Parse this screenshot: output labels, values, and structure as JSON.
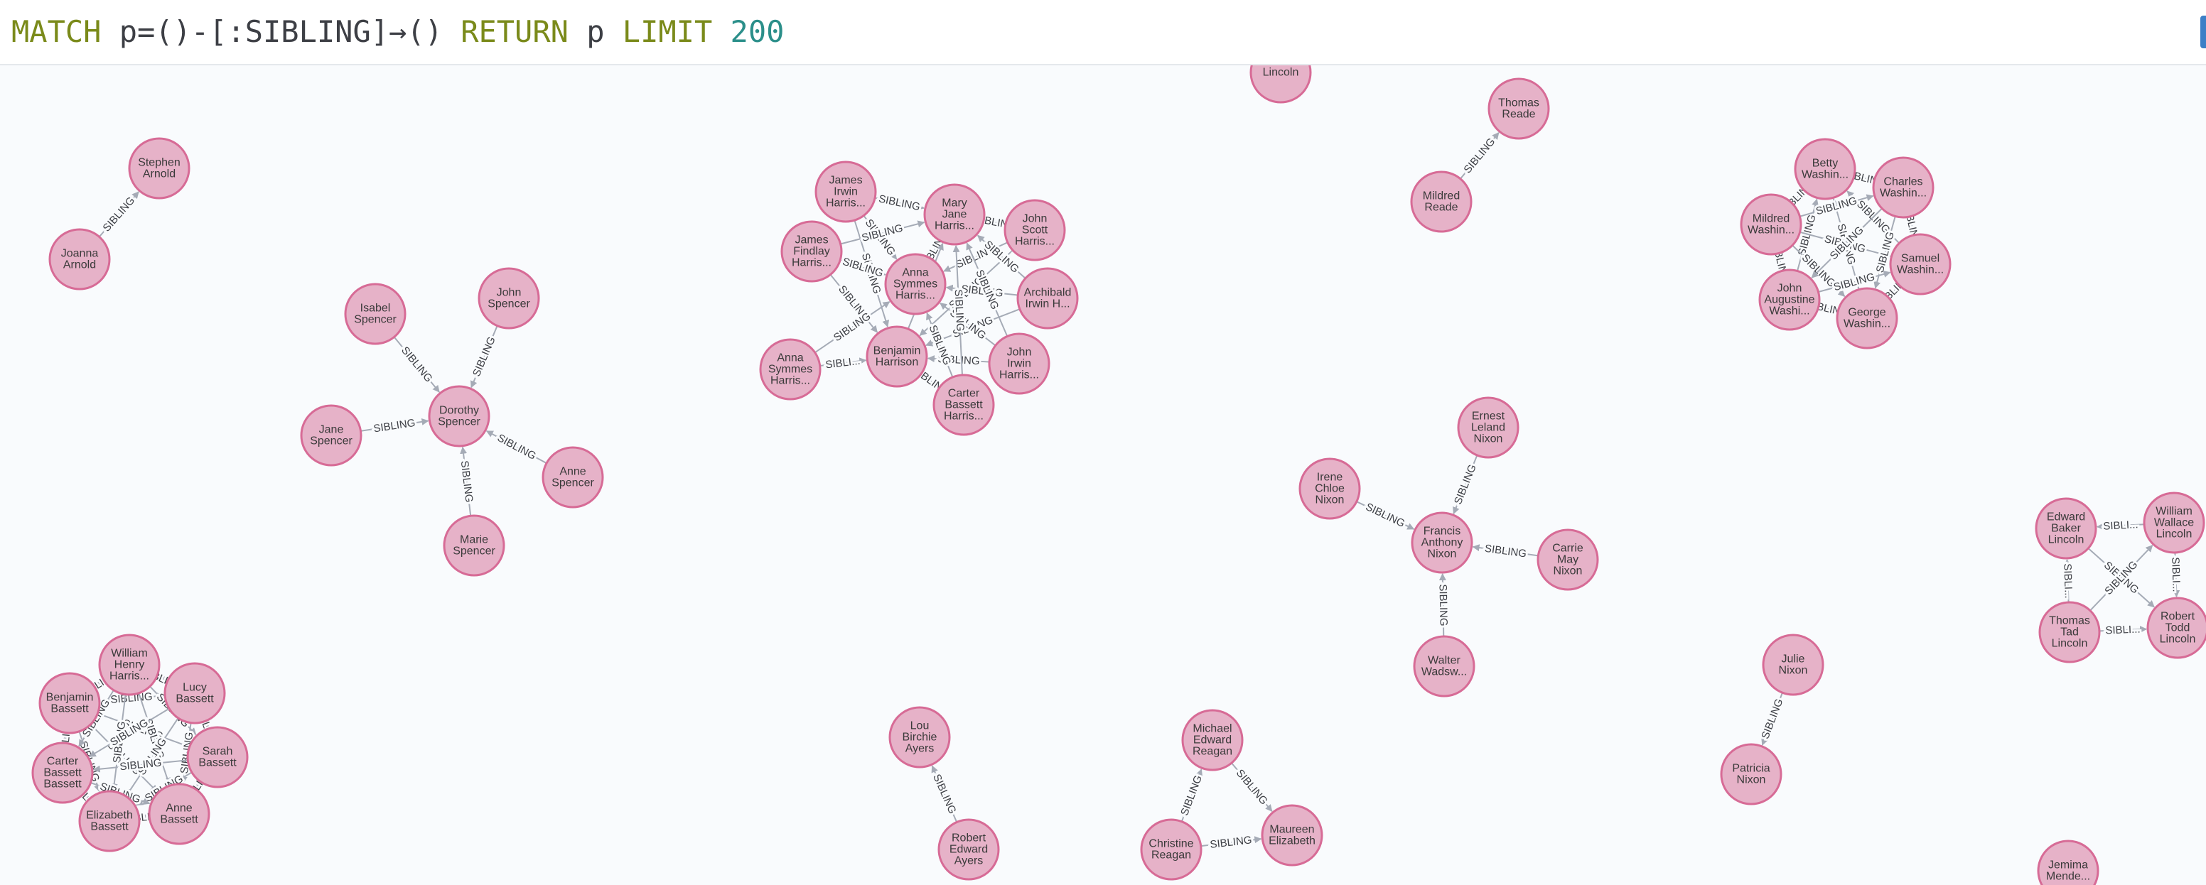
{
  "query": {
    "match_kw": "MATCH",
    "pattern": "p=()-[:SIBLING]→()",
    "return_kw": "RETURN",
    "return_var": "p",
    "limit_kw": "LIMIT",
    "limit_value": "200"
  },
  "graph": {
    "colors": {
      "node_fill": "#e6b2c8",
      "node_stroke": "#d76b96",
      "edge": "#a5abb6",
      "label": "#3d3f45"
    },
    "nodes": [
      {
        "id": "lincoln_top",
        "lines": [
          "Lincoln"
        ]
      },
      {
        "id": "thomas_reade",
        "lines": [
          "Thomas",
          "Reade"
        ]
      },
      {
        "id": "mildred_reade",
        "lines": [
          "Mildred",
          "Reade"
        ]
      },
      {
        "id": "stephen_arnold",
        "lines": [
          "Stephen",
          "Arnold"
        ]
      },
      {
        "id": "joanna_arnold",
        "lines": [
          "Joanna",
          "Arnold"
        ]
      },
      {
        "id": "isabel_spencer",
        "lines": [
          "Isabel",
          "Spencer"
        ]
      },
      {
        "id": "john_spencer",
        "lines": [
          "John",
          "Spencer"
        ]
      },
      {
        "id": "dorothy_spencer",
        "lines": [
          "Dorothy",
          "Spencer"
        ]
      },
      {
        "id": "jane_spencer",
        "lines": [
          "Jane",
          "Spencer"
        ]
      },
      {
        "id": "anne_spencer",
        "lines": [
          "Anne",
          "Spencer"
        ]
      },
      {
        "id": "marie_spencer",
        "lines": [
          "Marie",
          "Spencer"
        ]
      },
      {
        "id": "james_irwin",
        "lines": [
          "James",
          "Irwin",
          "Harris..."
        ]
      },
      {
        "id": "mary_jane",
        "lines": [
          "Mary",
          "Jane",
          "Harris..."
        ]
      },
      {
        "id": "john_scott",
        "lines": [
          "John",
          "Scott",
          "Harris..."
        ]
      },
      {
        "id": "james_findlay",
        "lines": [
          "James",
          "Findlay",
          "Harris..."
        ]
      },
      {
        "id": "anna_symmes_a",
        "lines": [
          "Anna",
          "Symmes",
          "Harris..."
        ]
      },
      {
        "id": "archibald",
        "lines": [
          "Archibald",
          "Irwin H..."
        ]
      },
      {
        "id": "anna_symmes_b",
        "lines": [
          "Anna",
          "Symmes",
          "Harris..."
        ]
      },
      {
        "id": "benjamin_harrison",
        "lines": [
          "Benjamin",
          "Harrison"
        ]
      },
      {
        "id": "john_irwin",
        "lines": [
          "John",
          "Irwin",
          "Harris..."
        ]
      },
      {
        "id": "carter_harris",
        "lines": [
          "Carter",
          "Bassett",
          "Harris..."
        ]
      },
      {
        "id": "betty_wash",
        "lines": [
          "Betty",
          "Washin..."
        ]
      },
      {
        "id": "charles_wash",
        "lines": [
          "Charles",
          "Washin..."
        ]
      },
      {
        "id": "mildred_wash",
        "lines": [
          "Mildred",
          "Washin..."
        ]
      },
      {
        "id": "samuel_wash",
        "lines": [
          "Samuel",
          "Washin..."
        ]
      },
      {
        "id": "john_aug",
        "lines": [
          "John",
          "Augustine",
          "Washi..."
        ]
      },
      {
        "id": "george_wash",
        "lines": [
          "George",
          "Washin..."
        ]
      },
      {
        "id": "ernest_nixon",
        "lines": [
          "Ernest",
          "Leland",
          "Nixon"
        ]
      },
      {
        "id": "irene_nixon",
        "lines": [
          "Irene",
          "Chloe",
          "Nixon"
        ]
      },
      {
        "id": "francis_nixon",
        "lines": [
          "Francis",
          "Anthony",
          "Nixon"
        ]
      },
      {
        "id": "carrie_nixon",
        "lines": [
          "Carrie",
          "May",
          "Nixon"
        ]
      },
      {
        "id": "walter_nixon",
        "lines": [
          "Walter",
          "Wadsw..."
        ]
      },
      {
        "id": "edward_lincoln",
        "lines": [
          "Edward",
          "Baker",
          "Lincoln"
        ]
      },
      {
        "id": "william_lincoln",
        "lines": [
          "William",
          "Wallace",
          "Lincoln"
        ]
      },
      {
        "id": "thomas_lincoln",
        "lines": [
          "Thomas",
          "Tad",
          "Lincoln"
        ]
      },
      {
        "id": "robert_lincoln",
        "lines": [
          "Robert",
          "Todd",
          "Lincoln"
        ]
      },
      {
        "id": "william_henry",
        "lines": [
          "William",
          "Henry",
          "Harris..."
        ]
      },
      {
        "id": "lucy_bassett",
        "lines": [
          "Lucy",
          "Bassett"
        ]
      },
      {
        "id": "benjamin_bassett",
        "lines": [
          "Benjamin",
          "Bassett"
        ]
      },
      {
        "id": "sarah_bassett",
        "lines": [
          "Sarah",
          "Bassett"
        ]
      },
      {
        "id": "carter_bassett",
        "lines": [
          "Carter",
          "Bassett",
          "Bassett"
        ]
      },
      {
        "id": "elizabeth_bassett",
        "lines": [
          "Elizabeth",
          "Bassett"
        ]
      },
      {
        "id": "anne_bassett",
        "lines": [
          "Anne",
          "Bassett"
        ]
      },
      {
        "id": "lou_ayers",
        "lines": [
          "Lou",
          "Birchie",
          "Ayers"
        ]
      },
      {
        "id": "robert_ayers",
        "lines": [
          "Robert",
          "Edward",
          "Ayers"
        ]
      },
      {
        "id": "michael_reagan",
        "lines": [
          "Michael",
          "Edward",
          "Reagan"
        ]
      },
      {
        "id": "christine_reagan",
        "lines": [
          "Christine",
          "Reagan"
        ]
      },
      {
        "id": "maureen_reagan",
        "lines": [
          "Maureen",
          "Elizabeth"
        ]
      },
      {
        "id": "julie_nixon",
        "lines": [
          "Julie",
          "Nixon"
        ]
      },
      {
        "id": "patricia_nixon",
        "lines": [
          "Patricia",
          "Nixon"
        ]
      },
      {
        "id": "jemima",
        "lines": [
          "Jemima",
          "Mende..."
        ]
      }
    ],
    "edges": [
      {
        "from": "mildred_reade",
        "to": "thomas_reade",
        "label": "SIBLING"
      },
      {
        "from": "joanna_arnold",
        "to": "stephen_arnold",
        "label": "SIBLING"
      },
      {
        "from": "isabel_spencer",
        "to": "dorothy_spencer",
        "label": "SIBLING"
      },
      {
        "from": "john_spencer",
        "to": "dorothy_spencer",
        "label": "SIBLING"
      },
      {
        "from": "jane_spencer",
        "to": "dorothy_spencer",
        "label": "SIBLING"
      },
      {
        "from": "anne_spencer",
        "to": "dorothy_spencer",
        "label": "SIBLING"
      },
      {
        "from": "marie_spencer",
        "to": "dorothy_spencer",
        "label": "SIBLING"
      },
      {
        "from": "james_irwin",
        "to": "mary_jane",
        "label": "SIBLING"
      },
      {
        "from": "james_irwin",
        "to": "anna_symmes_a",
        "label": "SIBLING"
      },
      {
        "from": "james_irwin",
        "to": "benjamin_harrison",
        "label": "SIBLING"
      },
      {
        "from": "james_findlay",
        "to": "mary_jane",
        "label": "SIBLING"
      },
      {
        "from": "james_findlay",
        "to": "anna_symmes_a",
        "label": "SIBLING"
      },
      {
        "from": "james_findlay",
        "to": "benjamin_harrison",
        "label": "SIBLING"
      },
      {
        "from": "john_scott",
        "to": "mary_jane",
        "label": "SIBLING"
      },
      {
        "from": "john_scott",
        "to": "anna_symmes_a",
        "label": "SIBLING"
      },
      {
        "from": "john_scott",
        "to": "benjamin_harrison",
        "label": "SIBLING"
      },
      {
        "from": "archibald",
        "to": "mary_jane",
        "label": "SIBLING"
      },
      {
        "from": "archibald",
        "to": "anna_symmes_a",
        "label": "SIBLING"
      },
      {
        "from": "archibald",
        "to": "benjamin_harrison",
        "label": "SIBLING"
      },
      {
        "from": "john_irwin",
        "to": "mary_jane",
        "label": "SIBLING"
      },
      {
        "from": "john_irwin",
        "to": "anna_symmes_a",
        "label": "SIBLING"
      },
      {
        "from": "john_irwin",
        "to": "benjamin_harrison",
        "label": "SIBLING"
      },
      {
        "from": "carter_harris",
        "to": "mary_jane",
        "label": "SIBLING"
      },
      {
        "from": "carter_harris",
        "to": "anna_symmes_a",
        "label": "SIBLING"
      },
      {
        "from": "carter_harris",
        "to": "benjamin_harrison",
        "label": "SIBLING"
      },
      {
        "from": "anna_symmes_b",
        "to": "anna_symmes_a",
        "label": "SIBLING"
      },
      {
        "from": "anna_symmes_b",
        "to": "benjamin_harrison",
        "label": "SIBLI..."
      },
      {
        "from": "anna_symmes_a",
        "to": "mary_jane",
        "label": "SIBLING"
      },
      {
        "from": "benjamin_harrison",
        "to": "mary_jane",
        "label": "SIBLING"
      },
      {
        "from": "mildred_wash",
        "to": "betty_wash",
        "label": "SIBLING"
      },
      {
        "from": "charles_wash",
        "to": "betty_wash",
        "label": "SIBLING"
      },
      {
        "from": "john_aug",
        "to": "betty_wash",
        "label": "SIBLING"
      },
      {
        "from": "samuel_wash",
        "to": "betty_wash",
        "label": "SIBLING"
      },
      {
        "from": "george_wash",
        "to": "betty_wash",
        "label": "SIBLING"
      },
      {
        "from": "mildred_wash",
        "to": "charles_wash",
        "label": "SIBLING"
      },
      {
        "from": "mildred_wash",
        "to": "samuel_wash",
        "label": "SIBLING"
      },
      {
        "from": "mildred_wash",
        "to": "john_aug",
        "label": "SIBLING"
      },
      {
        "from": "mildred_wash",
        "to": "george_wash",
        "label": "SIBLING"
      },
      {
        "from": "charles_wash",
        "to": "samuel_wash",
        "label": "SIBLING"
      },
      {
        "from": "charles_wash",
        "to": "john_aug",
        "label": "SIBLING"
      },
      {
        "from": "charles_wash",
        "to": "george_wash",
        "label": "SIBLING"
      },
      {
        "from": "john_aug",
        "to": "george_wash",
        "label": "SIBLING"
      },
      {
        "from": "samuel_wash",
        "to": "george_wash",
        "label": "SIBLING"
      },
      {
        "from": "john_aug",
        "to": "samuel_wash",
        "label": "SIBLING"
      },
      {
        "from": "ernest_nixon",
        "to": "francis_nixon",
        "label": "SIBLING"
      },
      {
        "from": "irene_nixon",
        "to": "francis_nixon",
        "label": "SIBLING"
      },
      {
        "from": "carrie_nixon",
        "to": "francis_nixon",
        "label": "SIBLING"
      },
      {
        "from": "walter_nixon",
        "to": "francis_nixon",
        "label": "SIBLING"
      },
      {
        "from": "william_lincoln",
        "to": "edward_lincoln",
        "label": "SIBLI..."
      },
      {
        "from": "thomas_lincoln",
        "to": "edward_lincoln",
        "label": "SIBLI..."
      },
      {
        "from": "thomas_lincoln",
        "to": "robert_lincoln",
        "label": "SIBLI..."
      },
      {
        "from": "william_lincoln",
        "to": "robert_lincoln",
        "label": "SIBLI..."
      },
      {
        "from": "edward_lincoln",
        "to": "robert_lincoln",
        "label": "SIBLING"
      },
      {
        "from": "thomas_lincoln",
        "to": "william_lincoln",
        "label": "SIBLING"
      },
      {
        "from": "benjamin_bassett",
        "to": "william_henry",
        "label": "SIBLING"
      },
      {
        "from": "lucy_bassett",
        "to": "william_henry",
        "label": "SIBLING"
      },
      {
        "from": "sarah_bassett",
        "to": "lucy_bassett",
        "label": "SIBLING"
      },
      {
        "from": "carter_bassett",
        "to": "benjamin_bassett",
        "label": "SIBLING"
      },
      {
        "from": "elizabeth_bassett",
        "to": "carter_bassett",
        "label": "SIBLING"
      },
      {
        "from": "anne_bassett",
        "to": "elizabeth_bassett",
        "label": "SIBLING"
      },
      {
        "from": "anne_bassett",
        "to": "sarah_bassett",
        "label": "SIBLING"
      },
      {
        "from": "benjamin_bassett",
        "to": "lucy_bassett",
        "label": "SIBLING"
      },
      {
        "from": "benjamin_bassett",
        "to": "sarah_bassett",
        "label": "SIBLING"
      },
      {
        "from": "benjamin_bassett",
        "to": "anne_bassett",
        "label": "SIBLING"
      },
      {
        "from": "benjamin_bassett",
        "to": "elizabeth_bassett",
        "label": "SIBLING"
      },
      {
        "from": "william_henry",
        "to": "sarah_bassett",
        "label": "SIBLING"
      },
      {
        "from": "william_henry",
        "to": "anne_bassett",
        "label": "SIBLING"
      },
      {
        "from": "william_henry",
        "to": "elizabeth_bassett",
        "label": "SIBLING"
      },
      {
        "from": "william_henry",
        "to": "carter_bassett",
        "label": "SIBLING"
      },
      {
        "from": "lucy_bassett",
        "to": "carter_bassett",
        "label": "SIBLING"
      },
      {
        "from": "lucy_bassett",
        "to": "elizabeth_bassett",
        "label": "SIBLING"
      },
      {
        "from": "lucy_bassett",
        "to": "anne_bassett",
        "label": "SIBLING"
      },
      {
        "from": "sarah_bassett",
        "to": "carter_bassett",
        "label": "SIBLING"
      },
      {
        "from": "sarah_bassett",
        "to": "elizabeth_bassett",
        "label": "SIBLING"
      },
      {
        "from": "carter_bassett",
        "to": "anne_bassett",
        "label": "SIBLING"
      },
      {
        "from": "robert_ayers",
        "to": "lou_ayers",
        "label": "SIBLING"
      },
      {
        "from": "michael_reagan",
        "to": "maureen_reagan",
        "label": "SIBLING"
      },
      {
        "from": "christine_reagan",
        "to": "michael_reagan",
        "label": "SIBLING"
      },
      {
        "from": "christine_reagan",
        "to": "maureen_reagan",
        "label": "SIBLING"
      },
      {
        "from": "julie_nixon",
        "to": "patricia_nixon",
        "label": "SIBLING"
      }
    ]
  }
}
